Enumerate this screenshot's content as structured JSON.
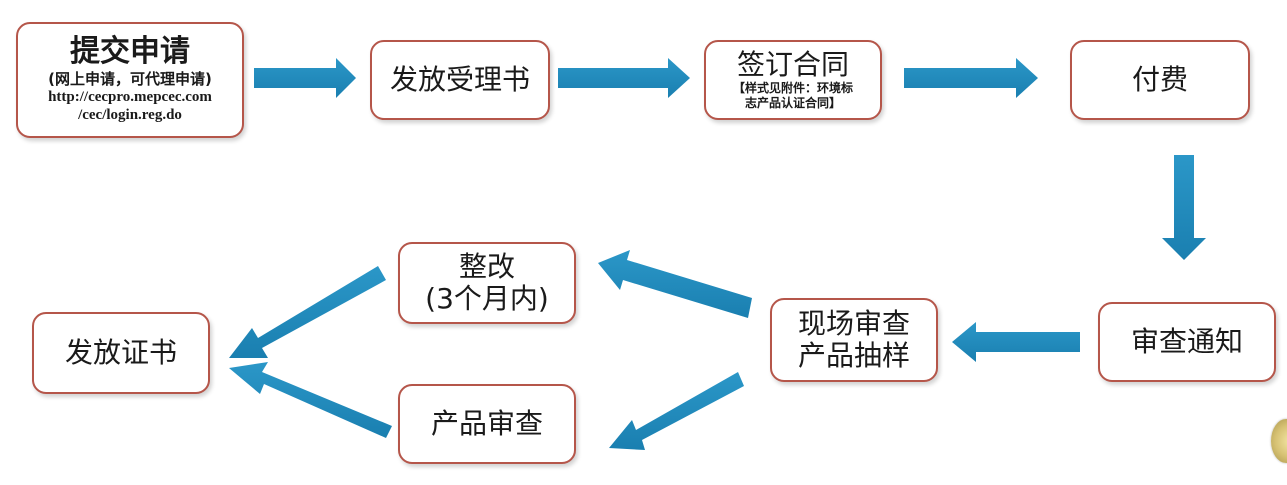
{
  "nodes": {
    "submit": {
      "title": "提交申请",
      "note": "(网上申请，可代理申请)",
      "url_line1": "http://cecpro.mepcec.com",
      "url_line2": "/cec/login.reg.do"
    },
    "issue_acceptance": {
      "label": "发放受理书"
    },
    "sign_contract": {
      "title": "签订合同",
      "note_line1": "【样式见附件：环境标",
      "note_line2": "志产品认证合同】"
    },
    "payment": {
      "label": "付费"
    },
    "review_notice": {
      "label": "审查通知"
    },
    "onsite_review": {
      "line1": "现场审查",
      "line2": "产品抽样"
    },
    "rectify": {
      "line1": "整改",
      "line2": "(3个月内)"
    },
    "product_review": {
      "label": "产品审查"
    },
    "issue_certificate": {
      "label": "发放证书"
    }
  },
  "colors": {
    "arrow": "#1f8bbd",
    "box_border": "#b5564a"
  }
}
